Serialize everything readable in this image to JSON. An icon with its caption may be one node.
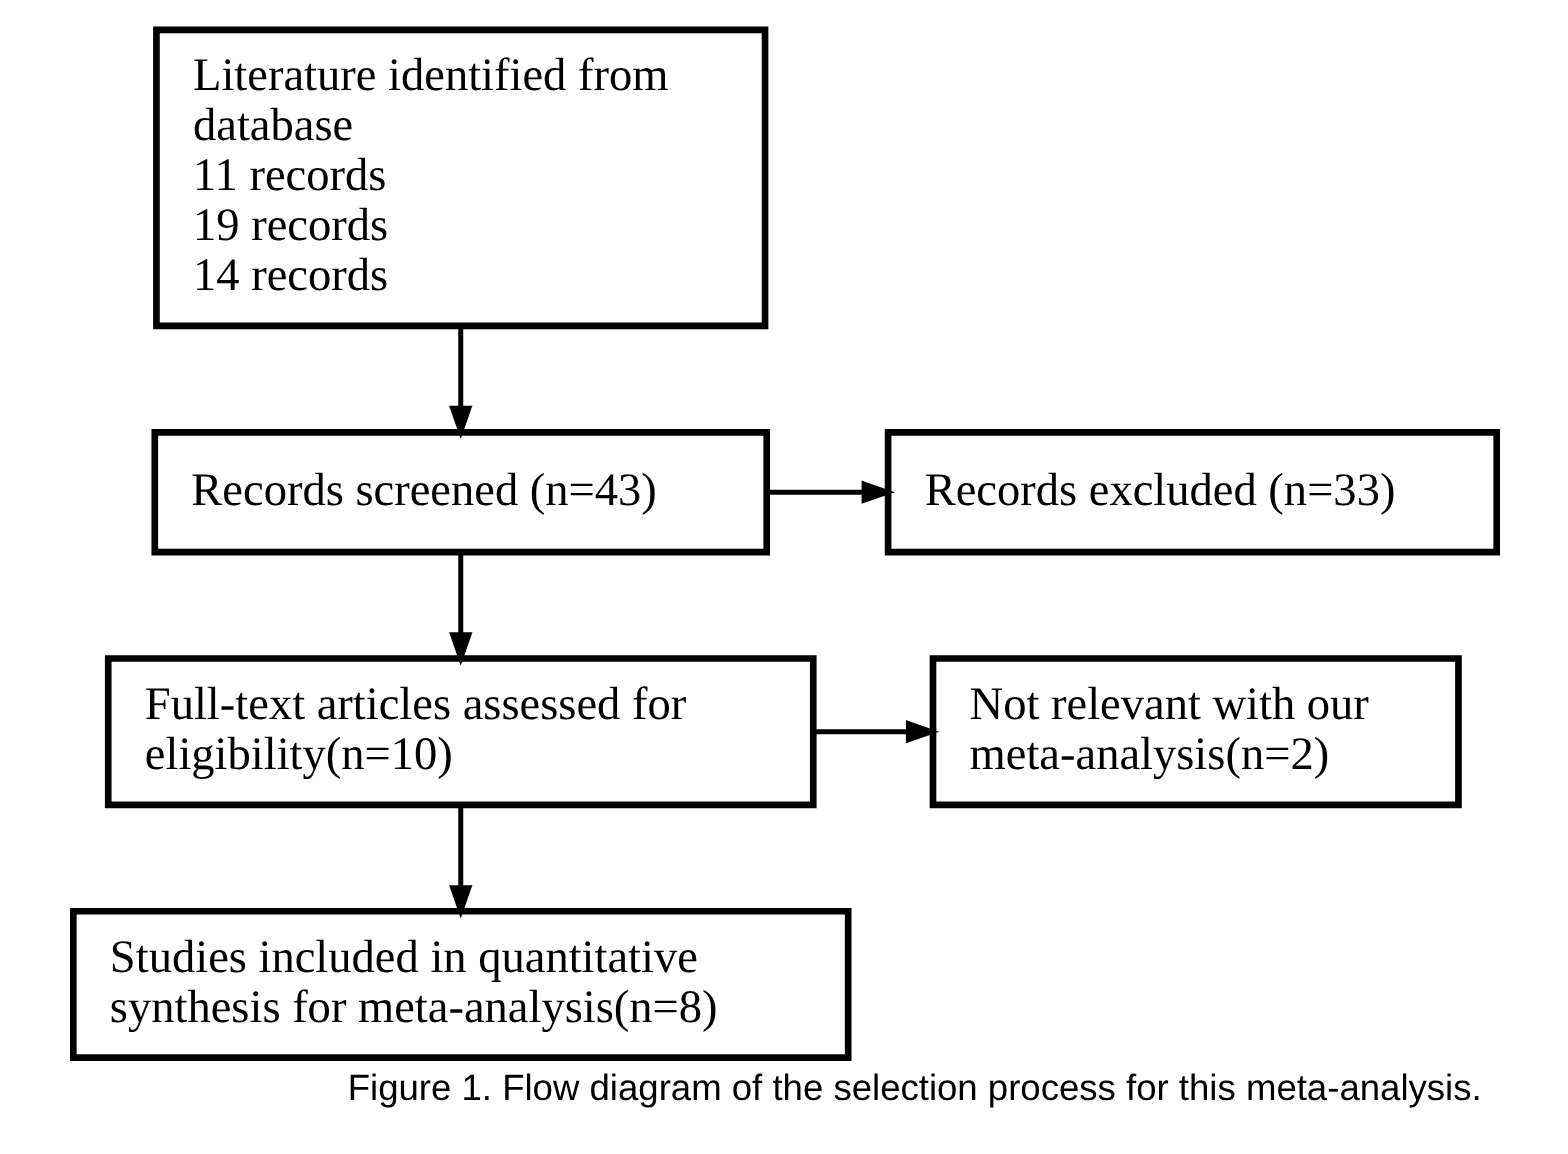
{
  "diagram": {
    "caption": "Figure 1. Flow diagram of the selection process for this meta-analysis.",
    "nodes": [
      {
        "text": [
          "Literature identified from database",
          "11 records",
          "19 records",
          "14 records"
        ]
      },
      {
        "text": [
          "Records screened (n=43)"
        ]
      },
      {
        "text": [
          "Records excluded (n=33)"
        ]
      },
      {
        "text": [
          "Full-text articles assessed for eligibility(n=10)"
        ]
      },
      {
        "text": [
          "Not relevant with our meta-analysis(n=2)"
        ]
      },
      {
        "text": [
          "Studies included in quantitative synthesis for meta-analysis(n=8)"
        ]
      }
    ],
    "edges": [
      {
        "from": 0,
        "to": 1,
        "arrow": "to"
      },
      {
        "from": 1,
        "to": 2,
        "arrow": "to"
      },
      {
        "from": 1,
        "to": 3,
        "arrow": "to"
      },
      {
        "from": 3,
        "to": 4,
        "arrow": "to"
      },
      {
        "from": 3,
        "to": 5,
        "arrow": "to"
      }
    ]
  }
}
